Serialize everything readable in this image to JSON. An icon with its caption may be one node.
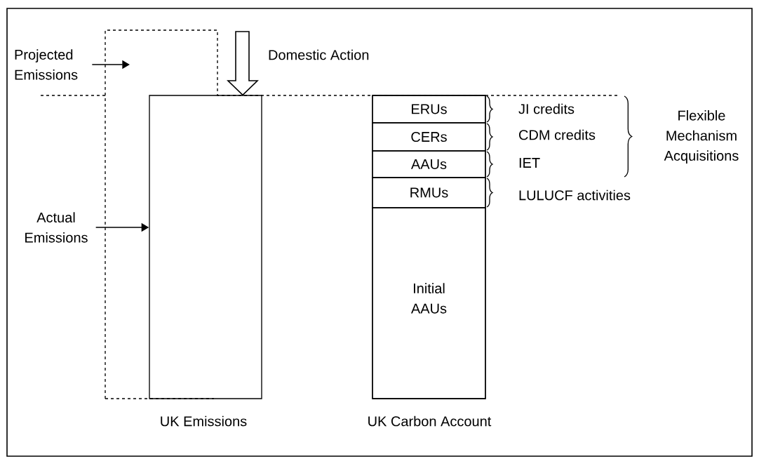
{
  "diagram": {
    "nodes": [
      {
        "text": [],
        "shape": "box",
        "beside": [
          "UK Emissions"
        ]
      },
      {
        "text": [
          "Projected Emissions"
        ]
      },
      {
        "text": [
          "Actual Emissions"
        ]
      },
      {
        "text": [],
        "shape": "box",
        "beside": [
          "UK Carbon Account"
        ]
      },
      {
        "text": [
          "ERUs"
        ],
        "in": 3,
        "beside": [
          "JI credits"
        ]
      },
      {
        "text": [
          "CERs"
        ],
        "in": 3,
        "beside": [
          "CDM credits"
        ]
      },
      {
        "text": [
          "AAUs"
        ],
        "in": 3,
        "beside": [
          "IET"
        ]
      },
      {
        "text": [
          "RMUs"
        ],
        "in": 3,
        "beside": [
          "LULUCF activities"
        ]
      },
      {
        "text": [
          "Initial AAUs"
        ],
        "in": 3
      }
    ],
    "edges": [
      {
        "from": 1,
        "to": null,
        "arrow": "to"
      },
      {
        "from": 2,
        "to": 0,
        "arrow": "to"
      },
      {
        "from": null,
        "to": 0,
        "arrow": "to",
        "label": "Domestic Action",
        "style": "thick"
      }
    ],
    "labels": [
      "Flexible Mechanism Acquisitions"
    ]
  }
}
